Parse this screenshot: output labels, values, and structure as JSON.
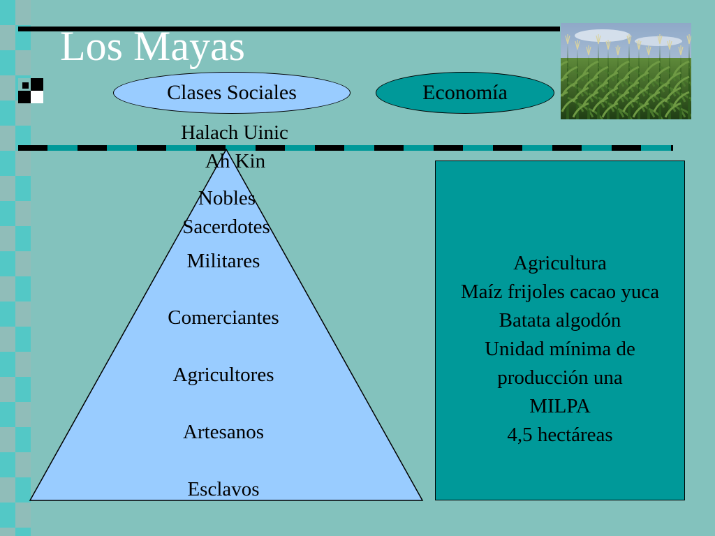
{
  "slide": {
    "title": "Los Mayas",
    "colors": {
      "background": "#83c2bd",
      "pyramid_fill": "#99ccff",
      "economy_fill": "#009999",
      "title_text": "#ffffff"
    }
  },
  "tabs": {
    "social": "Clases Sociales",
    "economy": "Economía"
  },
  "pyramid": {
    "levels": [
      "Halach Uinic",
      "Ah Kin",
      "Nobles",
      "Sacerdotes",
      "Militares",
      "Comerciantes",
      "Agricultores",
      "Artesanos",
      "Esclavos"
    ]
  },
  "economy": {
    "lines": [
      "Agricultura",
      "Maíz frijoles cacao yuca",
      "Batata algodón",
      "Unidad mínima de",
      "producción una",
      "MILPA",
      "4,5 hectáreas"
    ]
  },
  "photo": {
    "icon": "corn-field-photo"
  }
}
